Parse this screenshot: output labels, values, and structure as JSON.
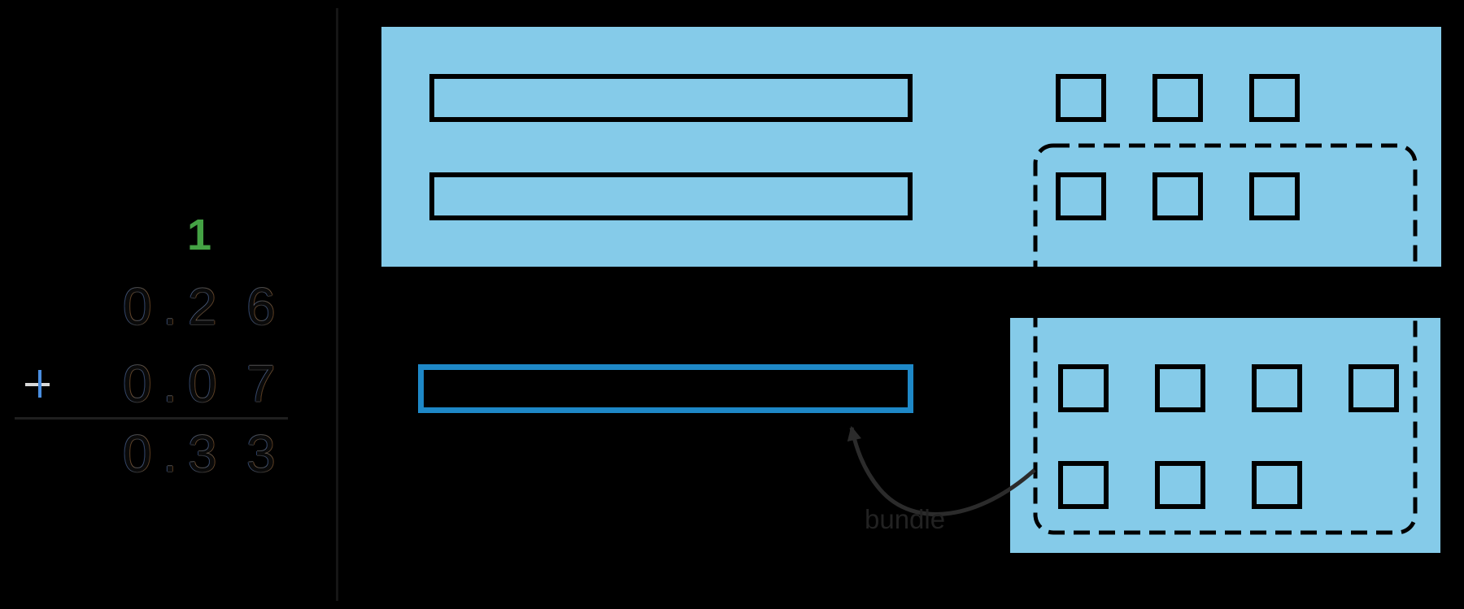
{
  "addition": {
    "carry": "1",
    "operator": "+",
    "operands": [
      "0.26",
      "0.07"
    ],
    "sum": "0.33",
    "rows": [
      {
        "digits": [
          "0",
          ".",
          "2",
          "6"
        ]
      },
      {
        "digits": [
          "0",
          ".",
          "0",
          "7"
        ]
      },
      {
        "digits": [
          "0",
          ".",
          "3",
          "3"
        ]
      }
    ]
  },
  "labels": {
    "bundle": "bundle"
  },
  "blocks": {
    "top_panel": {
      "tenths_bars": 2,
      "hundredths_rows": [
        3,
        3
      ]
    },
    "bottom_panel": {
      "hundredths_rows": [
        4,
        3
      ]
    },
    "bundled_tenths_bars": 1
  },
  "colors": {
    "background": "#000000",
    "panel_blue": "#85CBE9",
    "outline_black": "#000000",
    "bundle_bar_blue": "#1E88C7",
    "carry_green": "#44A244",
    "arrow_gray": "#2B2B2B",
    "text_black": "#0A0A0A",
    "plus_blue": "#4A8EE0",
    "plus_gray": "#D8D8D8",
    "line_gray": "#1F1F1F",
    "divider_gray": "#161616",
    "label_gray": "#222222"
  }
}
